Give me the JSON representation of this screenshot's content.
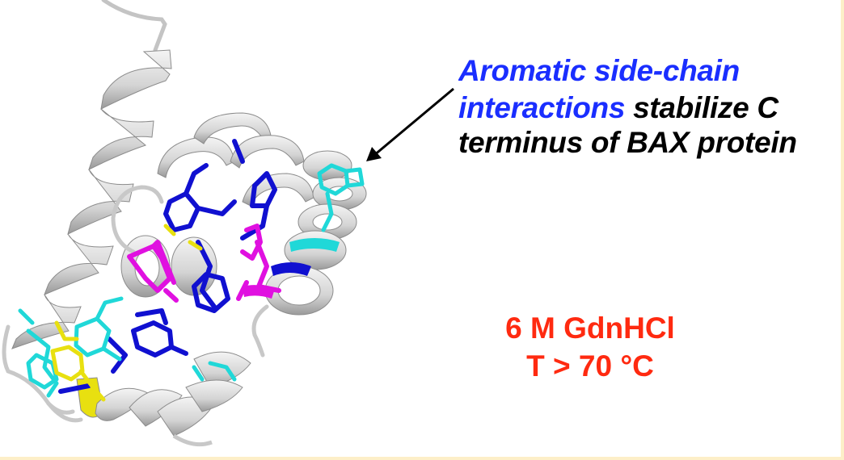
{
  "annotation": {
    "line1_highlight": "Aromatic side-chain",
    "line2_highlight": "interactions",
    "line2_rest": " stabilize C",
    "line3": "terminus of BAX protein",
    "highlight_color": "#1a2eff",
    "text_color": "#000000"
  },
  "conditions": {
    "line1": "6 M GdnHCl",
    "line2": "T > 70 °C",
    "color": "#ff2a10"
  },
  "figure": {
    "subject": "BAX protein ribbon structure",
    "residue_colors": {
      "backbone": "#c8c8c8",
      "blue_residues": "#1010d0",
      "cyan_residues": "#20d8d8",
      "magenta_residues": "#e010e0",
      "yellow_residues": "#e8e010"
    }
  },
  "frame_color": "#fdefc8"
}
